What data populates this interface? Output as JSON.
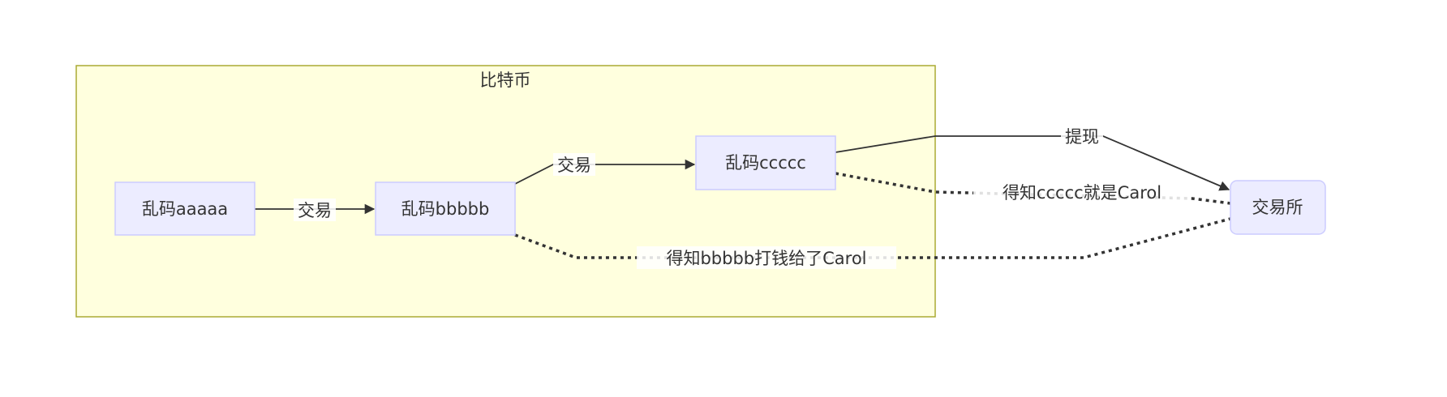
{
  "cluster": {
    "title": "比特币"
  },
  "nodes": {
    "a": "乱码aaaaa",
    "b": "乱码bbbbb",
    "c": "乱码ccccc",
    "exchange": "交易所"
  },
  "edges": {
    "a_b": "交易",
    "b_c": "交易",
    "c_exchange": "提现",
    "c_exchange_dotted": "得知ccccc就是Carol",
    "b_exchange_dotted": "得知bbbbb打钱给了Carol"
  },
  "colors": {
    "node_fill": "#ECECFF",
    "node_stroke": "#CCCCFF",
    "cluster_fill": "#FFFFDE",
    "cluster_stroke": "#AAAA33"
  }
}
